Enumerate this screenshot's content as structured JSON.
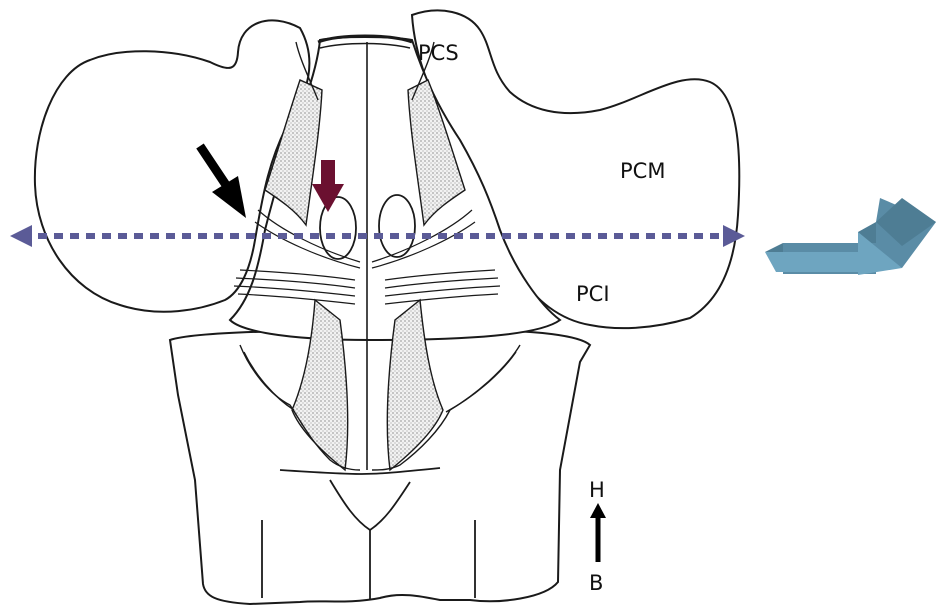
{
  "labels": {
    "pcs": "PCS",
    "pcm": "PCM",
    "pci": "PCI",
    "orientation_top": "H",
    "orientation_bottom": "B"
  },
  "colors": {
    "outline": "#1a1a1a",
    "stipple": "#555555",
    "dashed_axis": "#5b5b97",
    "black_arrow": "#000000",
    "maroon_arrow": "#6b1030",
    "block_arrow_top": "#4e7d94",
    "block_arrow_front": "#6ea5c0",
    "block_arrow_side": "#5a8ca6"
  },
  "icons": {
    "black_arrow": "arrow-down-right-icon",
    "maroon_arrow": "arrow-down-icon",
    "block_arrow": "block-arrow-right-icon",
    "orientation_arrow": "arrow-up-icon"
  }
}
